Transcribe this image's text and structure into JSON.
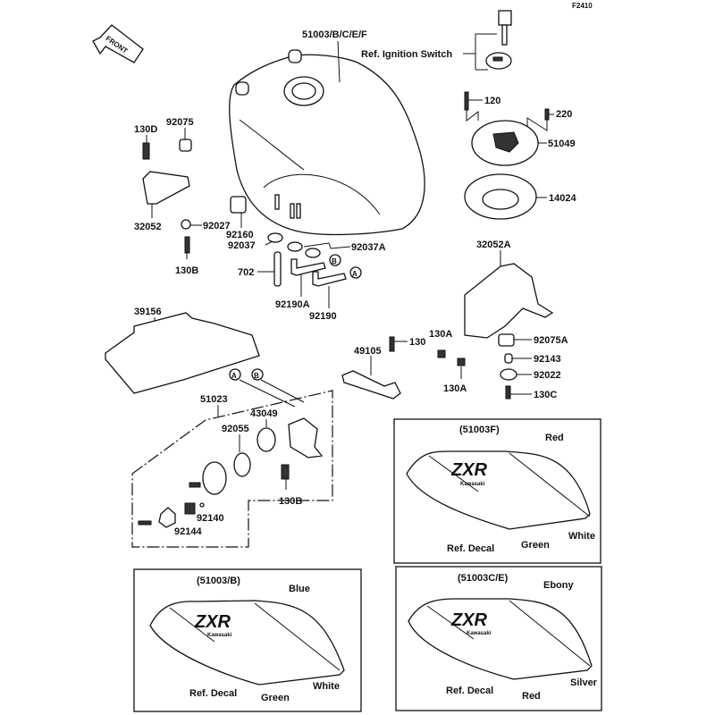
{
  "diagram_code": "F2410",
  "front_arrow": "FRONT",
  "parts": {
    "tank": "51003/B/C/E/F",
    "ignition": "Ref. Ignition Switch",
    "p120": "120",
    "p220": "220",
    "p51049": "51049",
    "p14024": "14024",
    "p130D": "130D",
    "p92075": "92075",
    "p32052": "32052",
    "p92027": "92027",
    "p130B_top": "130B",
    "p92160": "92160",
    "p92037": "92037",
    "p92037A": "92037A",
    "p702": "702",
    "p92190A": "92190A",
    "p92190": "92190",
    "p32052A": "32052A",
    "p39156": "39156",
    "p49105": "49105",
    "p130": "130",
    "p130A_1": "130A",
    "p130A_2": "130A",
    "p92075A": "92075A",
    "p92143": "92143",
    "p92022": "92022",
    "p130C": "130C",
    "p51023": "51023",
    "p43049": "43049",
    "p92055": "92055",
    "p130B_bot": "130B",
    "p92140": "92140",
    "p92144": "92144"
  },
  "markers": {
    "a": "A",
    "b": "B"
  },
  "variants": [
    {
      "code": "(51003F)",
      "top_color": "Red",
      "decal": "Ref. Decal",
      "mid_color": "Green",
      "stripe_color": "White",
      "logo": "ZXR",
      "brand": "Kawasaki"
    },
    {
      "code": "(51003/B)",
      "top_color": "Blue",
      "decal": "Ref. Decal",
      "mid_color": "Green",
      "stripe_color": "White",
      "logo": "ZXR",
      "brand": "Kawasaki"
    },
    {
      "code": "(51003C/E)",
      "top_color": "Ebony",
      "decal": "Ref. Decal",
      "mid_color": "Red",
      "stripe_color": "Silver",
      "logo": "ZXR",
      "brand": "Kawasaki"
    }
  ]
}
